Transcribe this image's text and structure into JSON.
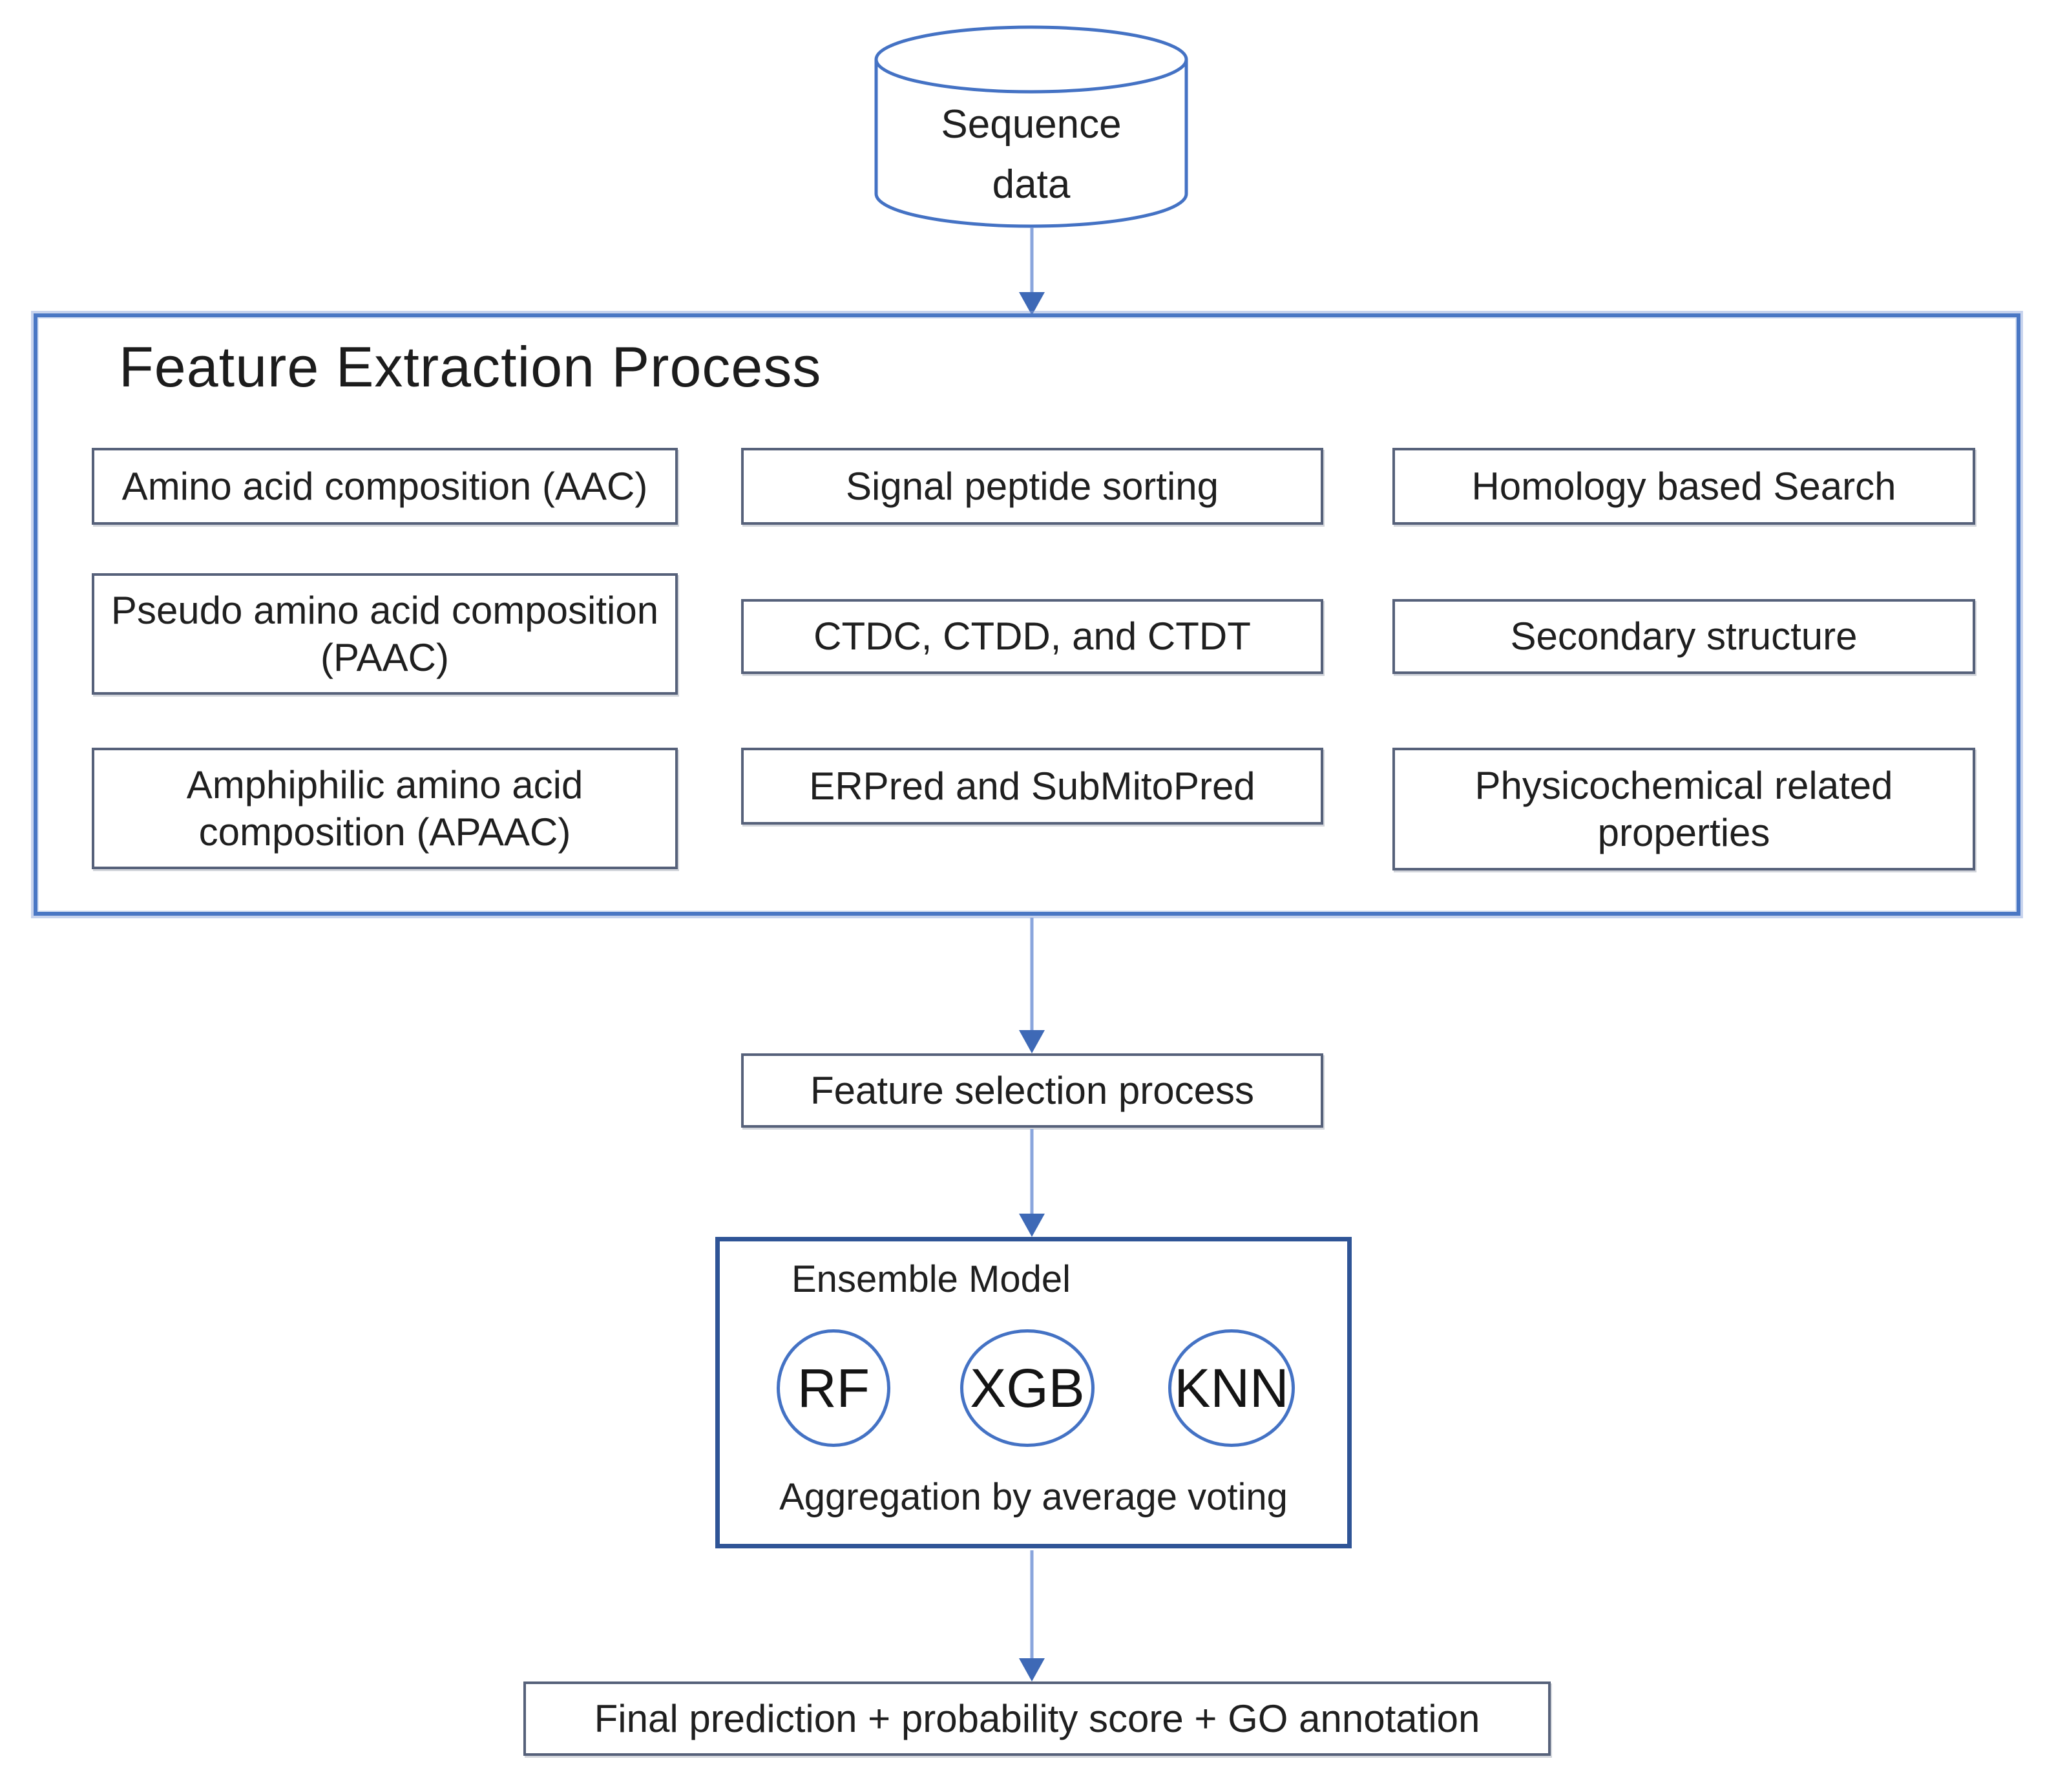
{
  "source_db": {
    "label": "Sequence data"
  },
  "feature_extraction": {
    "title": "Feature Extraction Process",
    "boxes": [
      {
        "id": "aac",
        "label": "Amino acid composition (AAC)"
      },
      {
        "id": "signal",
        "label": "Signal peptide sorting"
      },
      {
        "id": "homology",
        "label": "Homology based Search"
      },
      {
        "id": "paac",
        "label": "Pseudo amino acid composition (PAAC)"
      },
      {
        "id": "ctd",
        "label": "CTDC, CTDD, and CTDT"
      },
      {
        "id": "secondary",
        "label": "Secondary structure"
      },
      {
        "id": "apaac",
        "label": "Amphiphilic amino acid composition (APAAC)"
      },
      {
        "id": "erpred",
        "label": "ERPred and SubMitoPred"
      },
      {
        "id": "physico",
        "label": "Physicochemical related properties"
      }
    ]
  },
  "feature_selection": {
    "label": "Feature selection process"
  },
  "ensemble": {
    "title": "Ensemble Model",
    "models": [
      {
        "label": "RF"
      },
      {
        "label": "XGB"
      },
      {
        "label": "KNN"
      }
    ],
    "aggregation_label": "Aggregation by average voting"
  },
  "final_output": {
    "label": "Final prediction + probability score + GO annotation"
  },
  "colors": {
    "container_border": "#4a77c4",
    "node_border": "#56617a",
    "ensemble_border": "#2f5496",
    "circle_border": "#4472c4",
    "arrow_shaft": "#8aa6dd",
    "arrow_head": "#3e69b6",
    "text": "#1f1f1f"
  }
}
